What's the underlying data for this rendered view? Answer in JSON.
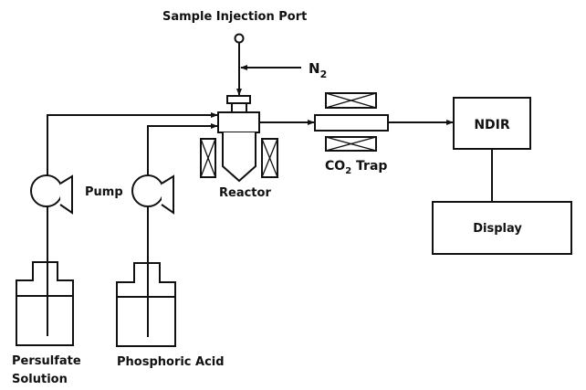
{
  "diagram": {
    "title": "",
    "labels": {
      "sample_injection_port": "Sample Injection Port",
      "nitrogen": "N",
      "nitrogen_subscript": "2",
      "reactor": "Reactor",
      "co2_trap_prefix": "CO",
      "co2_trap_subscript": "2",
      "co2_trap_suffix": " Trap",
      "ndir": "NDIR",
      "display": "Display",
      "pump": "Pump",
      "persulfate_line1": "Persulfate",
      "persulfate_line2": "Solution",
      "phosphoric_acid": "Phosphoric Acid"
    },
    "components": [
      {
        "id": "sample-injection-port",
        "type": "port"
      },
      {
        "id": "nitrogen-inlet",
        "type": "gas-inlet"
      },
      {
        "id": "reactor",
        "type": "vessel",
        "heaters": 2
      },
      {
        "id": "co2-trap",
        "type": "tube",
        "heaters": 2
      },
      {
        "id": "ndir",
        "type": "detector"
      },
      {
        "id": "display",
        "type": "output"
      },
      {
        "id": "pump-persulfate",
        "type": "pump"
      },
      {
        "id": "pump-phosphoric",
        "type": "pump"
      },
      {
        "id": "bottle-persulfate",
        "type": "reservoir"
      },
      {
        "id": "bottle-phosphoric",
        "type": "reservoir"
      }
    ],
    "connections": [
      {
        "from": "sample-injection-port",
        "to": "reactor"
      },
      {
        "from": "nitrogen-inlet",
        "to": "reactor"
      },
      {
        "from": "bottle-persulfate",
        "to": "pump-persulfate"
      },
      {
        "from": "pump-persulfate",
        "to": "reactor"
      },
      {
        "from": "bottle-phosphoric",
        "to": "pump-phosphoric"
      },
      {
        "from": "pump-phosphoric",
        "to": "reactor"
      },
      {
        "from": "reactor",
        "to": "co2-trap"
      },
      {
        "from": "co2-trap",
        "to": "ndir"
      },
      {
        "from": "ndir",
        "to": "display"
      }
    ]
  }
}
